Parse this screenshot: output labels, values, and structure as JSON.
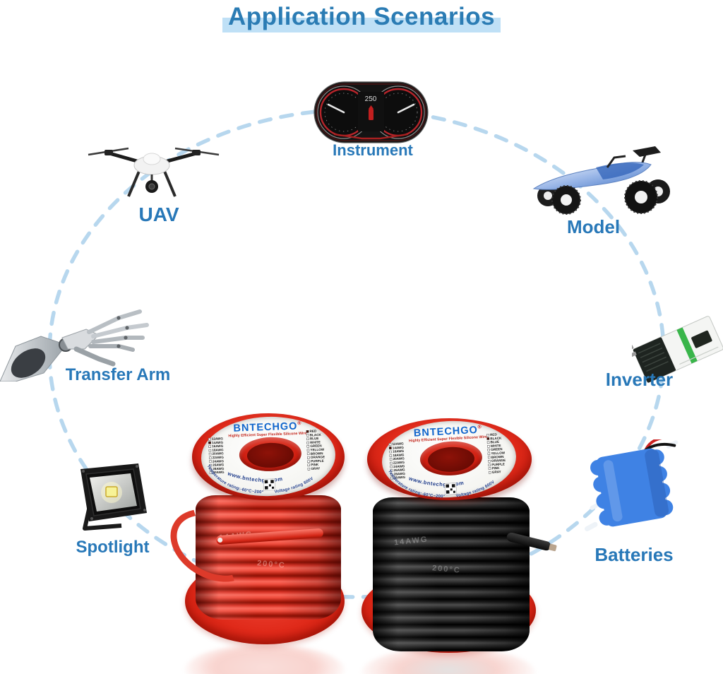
{
  "title": "Application Scenarios",
  "palette": {
    "title_blue": "#2b7cb4",
    "highlight_band": "#bfe0f6",
    "label_blue": "#2878b8",
    "dash_blue": "#b7d7ee",
    "spool_red": "#e02a1a",
    "brand_blue": "#1266cc",
    "label_warning_red": "#c3261c"
  },
  "scenarios": [
    {
      "label": "Instrument"
    },
    {
      "label": "UAV"
    },
    {
      "label": "Model"
    },
    {
      "label": "Transfer Arm"
    },
    {
      "label": "Inverter"
    },
    {
      "label": "Spotlight"
    },
    {
      "label": "Batteries"
    }
  ],
  "instrument_display": {
    "speed_readout": "250"
  },
  "spool_red": {
    "brand": "BNTECHGO",
    "registered_mark": "®",
    "subtitle": "Highly Efficient Super Flexible Silicone Wire",
    "awg_options": [
      {
        "label": "12AWG",
        "checked": false
      },
      {
        "label": "14AWG",
        "checked": true
      },
      {
        "label": "16AWG",
        "checked": false
      },
      {
        "label": "18AWG",
        "checked": false
      },
      {
        "label": "20AWG",
        "checked": false
      },
      {
        "label": "22AWG",
        "checked": false
      },
      {
        "label": "24AWG",
        "checked": false
      },
      {
        "label": "26AWG",
        "checked": false
      },
      {
        "label": "28AWG",
        "checked": false
      },
      {
        "label": "30AWG",
        "checked": false
      }
    ],
    "color_options": [
      {
        "label": "RED",
        "checked": true
      },
      {
        "label": "BLACK",
        "checked": false
      },
      {
        "label": "BLUE",
        "checked": false
      },
      {
        "label": "WHITE",
        "checked": false
      },
      {
        "label": "GREEN",
        "checked": false
      },
      {
        "label": "YELLOW",
        "checked": false
      },
      {
        "label": "BROWN",
        "checked": false
      },
      {
        "label": "ORANGE",
        "checked": false
      },
      {
        "label": "PURPLE",
        "checked": false
      },
      {
        "label": "PINK",
        "checked": false
      },
      {
        "label": "GRAY",
        "checked": false
      }
    ],
    "website": "www.bntechgo.com",
    "temperature_rating": "Temperature rating:-60°C~200°C",
    "voltage_rating": "Voltage rating 600V",
    "wire_prints": [
      "14AWG",
      "200°C"
    ]
  },
  "spool_black": {
    "brand": "BNTECHGO",
    "registered_mark": "®",
    "subtitle": "Highly Efficient Super Flexible Silicone Wire",
    "awg_options": [
      {
        "label": "12AWG",
        "checked": false
      },
      {
        "label": "14AWG",
        "checked": true
      },
      {
        "label": "16AWG",
        "checked": false
      },
      {
        "label": "18AWG",
        "checked": false
      },
      {
        "label": "20AWG",
        "checked": false
      },
      {
        "label": "22AWG",
        "checked": false
      },
      {
        "label": "24AWG",
        "checked": false
      },
      {
        "label": "26AWG",
        "checked": false
      },
      {
        "label": "28AWG",
        "checked": false
      },
      {
        "label": "30AWG",
        "checked": false
      }
    ],
    "color_options": [
      {
        "label": "RED",
        "checked": false
      },
      {
        "label": "BLACK",
        "checked": true
      },
      {
        "label": "BLUE",
        "checked": false
      },
      {
        "label": "WHITE",
        "checked": false
      },
      {
        "label": "GREEN",
        "checked": false
      },
      {
        "label": "YELLOW",
        "checked": false
      },
      {
        "label": "BROWN",
        "checked": false
      },
      {
        "label": "ORANGE",
        "checked": false
      },
      {
        "label": "PURPLE",
        "checked": false
      },
      {
        "label": "PINK",
        "checked": false
      },
      {
        "label": "GRAY",
        "checked": false
      }
    ],
    "website": "www.bntechgo.com",
    "temperature_rating": "Temperature rating:-60°C~200°C",
    "voltage_rating": "Voltage rating 600V",
    "wire_prints": [
      "14AWG",
      "200°C"
    ]
  }
}
